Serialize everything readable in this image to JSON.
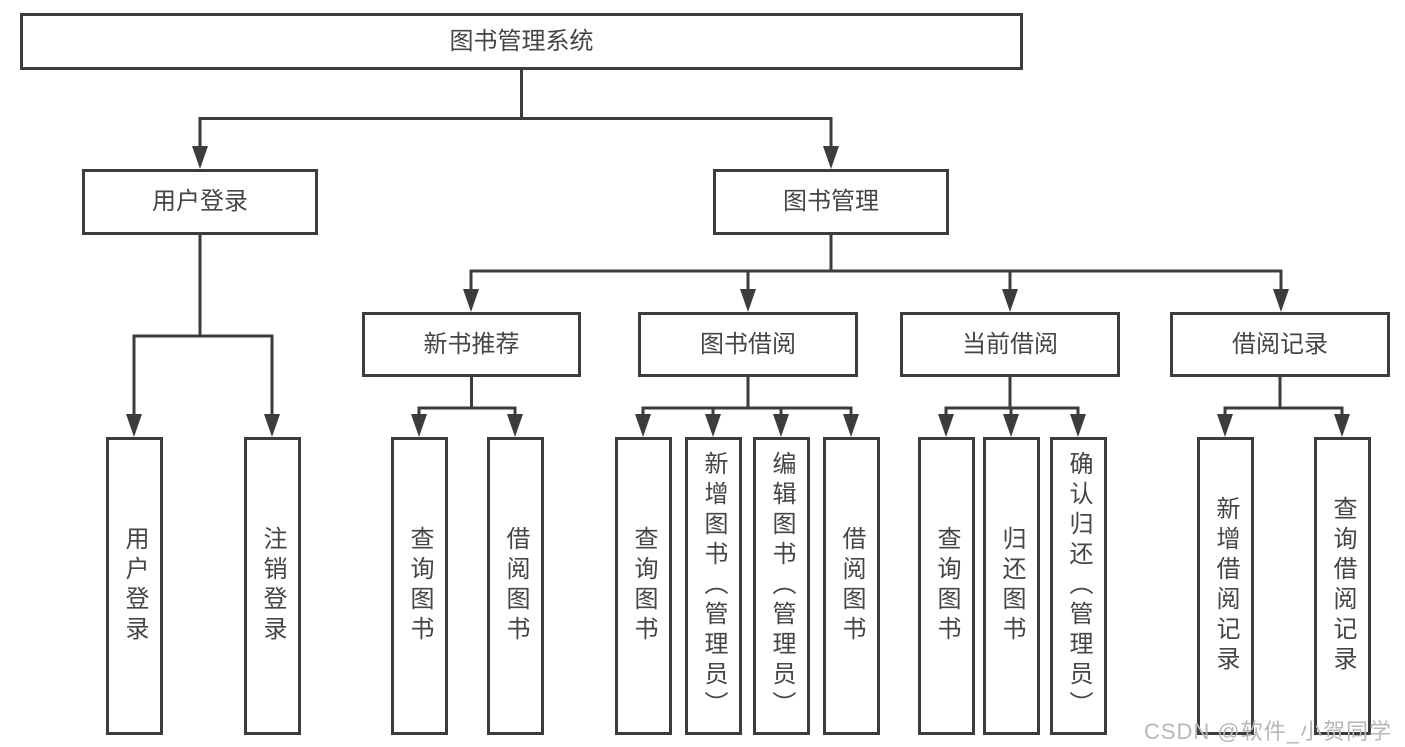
{
  "colors": {
    "line": "#3c3c3c",
    "text": "#454545",
    "watermark": "#b7b7b7",
    "background": "#ffffff"
  },
  "watermark": "CSDN @软件_小贺同学",
  "tree": {
    "root": {
      "label": "图书管理系统"
    },
    "branches": [
      {
        "label": "用户登录",
        "children": [
          {
            "label": "用户登录"
          },
          {
            "label": "注销登录"
          }
        ]
      },
      {
        "label": "图书管理",
        "children": [
          {
            "label": "新书推荐",
            "children": [
              {
                "label": "查询图书"
              },
              {
                "label": "借阅图书"
              }
            ]
          },
          {
            "label": "图书借阅",
            "children": [
              {
                "label": "查询图书"
              },
              {
                "label": "新增图书（管理员）"
              },
              {
                "label": "编辑图书（管理员）"
              },
              {
                "label": "借阅图书"
              }
            ]
          },
          {
            "label": "当前借阅",
            "children": [
              {
                "label": "查询图书"
              },
              {
                "label": "归还图书"
              },
              {
                "label": "确认归还（管理员）"
              }
            ]
          },
          {
            "label": "借阅记录",
            "children": [
              {
                "label": "新增借阅记录"
              },
              {
                "label": "查询借阅记录"
              }
            ]
          }
        ]
      }
    ]
  }
}
